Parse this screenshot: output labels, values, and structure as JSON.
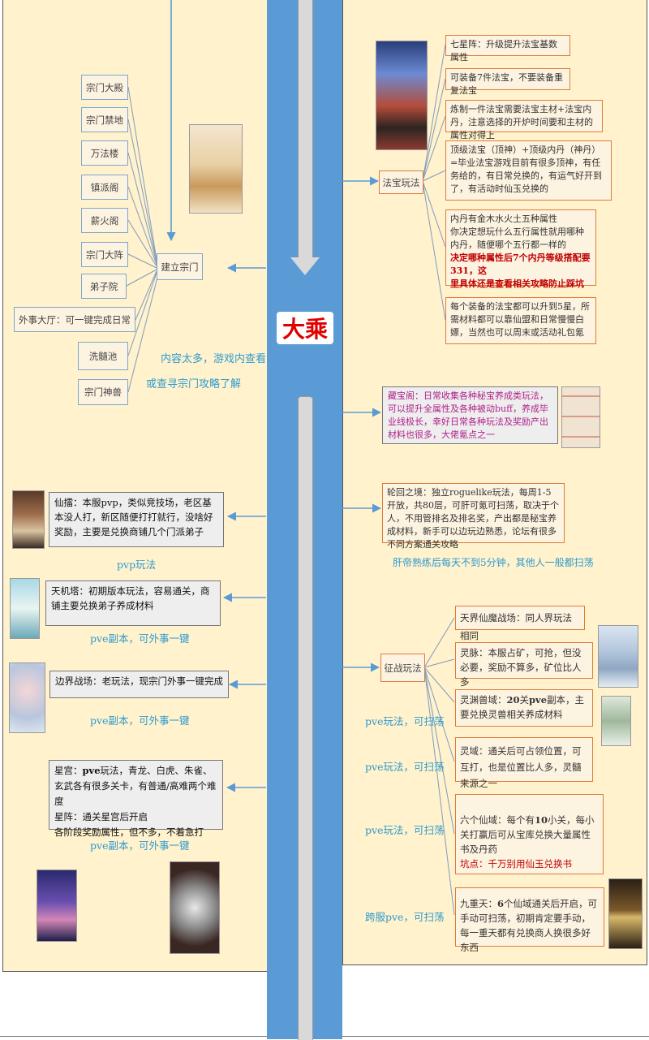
{
  "center": {
    "realm_label": "大乘"
  },
  "left": {
    "sect": {
      "buildings": [
        "宗门大殿",
        "宗门禁地",
        "万法楼",
        "镇派阁",
        "薪火阁",
        "宗门大阵",
        "弟子院"
      ],
      "affairs_hall": "外事大厅：可一键完成日常",
      "pool": "洗髓池",
      "beast": "宗门神兽",
      "hub": "建立宗门",
      "note_line1": "内容太多，游戏内查看",
      "note_line2": "或查寻宗门攻略了解"
    },
    "arena": {
      "text": "仙擂：本服pvp，类似竞技场，老区基本没人打，新区随便打打就行，没啥好奖励，主要是兑换商铺几个门派弟子",
      "caption": "pvp玩法"
    },
    "tower": {
      "text": "天机塔：初期版本玩法，容易通关，商铺主要兑换弟子养成材料",
      "caption": "pve副本，可外事一键"
    },
    "border": {
      "text": "边界战场：老玩法，现宗门外事一键完成",
      "caption": "pve副本，可外事一键"
    },
    "star": {
      "line1a": "星宫：",
      "line1b": "pve",
      "line1c": "玩法，青龙、白虎、朱雀、玄武各有很多关卡，有普通/高难两个难度",
      "line2": "星阵：通关星宫后开启",
      "line3": "各阶段奖励属性，但不多，不着急打",
      "caption": "pve副本，可外事一键"
    }
  },
  "right": {
    "treasure": {
      "hub": "法宝玩法",
      "items": [
        "七星阵：升级提升法宝基数属性",
        "可装备7件法宝，不要装备重复法宝",
        "炼制一件法宝需要法宝主材+法宝内丹，注意选择的开炉时间要和主材的属性对得上",
        "顶级法宝（顶神）+顶级内丹（神丹）=毕业法宝游戏目前有很多顶神，有任务给的，有日常兑换的，有运气好开到了，有活动时仙玉兑换的"
      ],
      "core_line1": "内丹有金木水火土五种属性",
      "core_line2": "你决定想玩什么五行属性就用哪种内丹，随便哪个五行都一样的",
      "core_red1": "决定哪种属性后7个内丹等级搭配要331，这",
      "core_red2": "里具体还是查看相关攻略防止踩坑",
      "upgrade": "每个装备的法宝都可以升到5星，所需材料都可以靠仙盟和日常慢慢白嫖，当然也可以周末或活动礼包氪"
    },
    "vault": {
      "text": "藏宝阁：日常收集各种秘宝养成类玩法，可以提升全属性及各种被动buff，养成毕业线极长，幸好日常各种玩法及奖励产出材料也很多，大佬氪点之一"
    },
    "cycle": {
      "text": "轮回之境：独立roguelike玩法，每周1-5开放，共80层，可肝可氪可扫荡，取决于个人，不用管排名及排名奖，产出都是秘宝养成材料，新手可以边玩边熟悉，论坛有很多不同方案通关攻略"
    },
    "cycle_note": "肝帝熟练后每天不到5分钟，其他人一般都扫荡",
    "war": {
      "hub": "征战玩法",
      "items": [
        {
          "text": "天界仙魔战场：同人界玩法相同"
        },
        {
          "text": "灵脉：本服占矿，可抢，但没必要，奖励不算多，矿位比人多"
        },
        {
          "a": "灵渊兽域：",
          "b": "20",
          "c": "关",
          "d": "pve",
          "e": "副本，主要兑换灵兽相关养成材料"
        },
        {
          "text": "灵域：通关后可占领位置，可互打，也是位置比人多，灵髓来源之一"
        },
        {
          "a": "六个仙域：每个有",
          "b": "10",
          "c": "小关，每小关打赢后可从宝库兑换大量属性书及丹药",
          "red": "坑点：千万别用仙玉兑换书"
        },
        {
          "a": "九重天：",
          "b": "6",
          "c": "个仙域通关后开启，可手动可扫荡，初期肯定要手动，每一重天都有兑换商人换很多好东西"
        }
      ],
      "tags": [
        "pve玩法，可扫荡",
        "pve玩法，可扫荡",
        "pve玩法，可扫荡",
        "跨服pve，可扫荡"
      ]
    }
  },
  "colors": {
    "panel": "#fff2cc",
    "spine": "#5b9bd5",
    "arrow": "#5b9bd5",
    "orange_border": "#e07b39",
    "caption": "#2e9ad0",
    "red": "#c00000"
  }
}
